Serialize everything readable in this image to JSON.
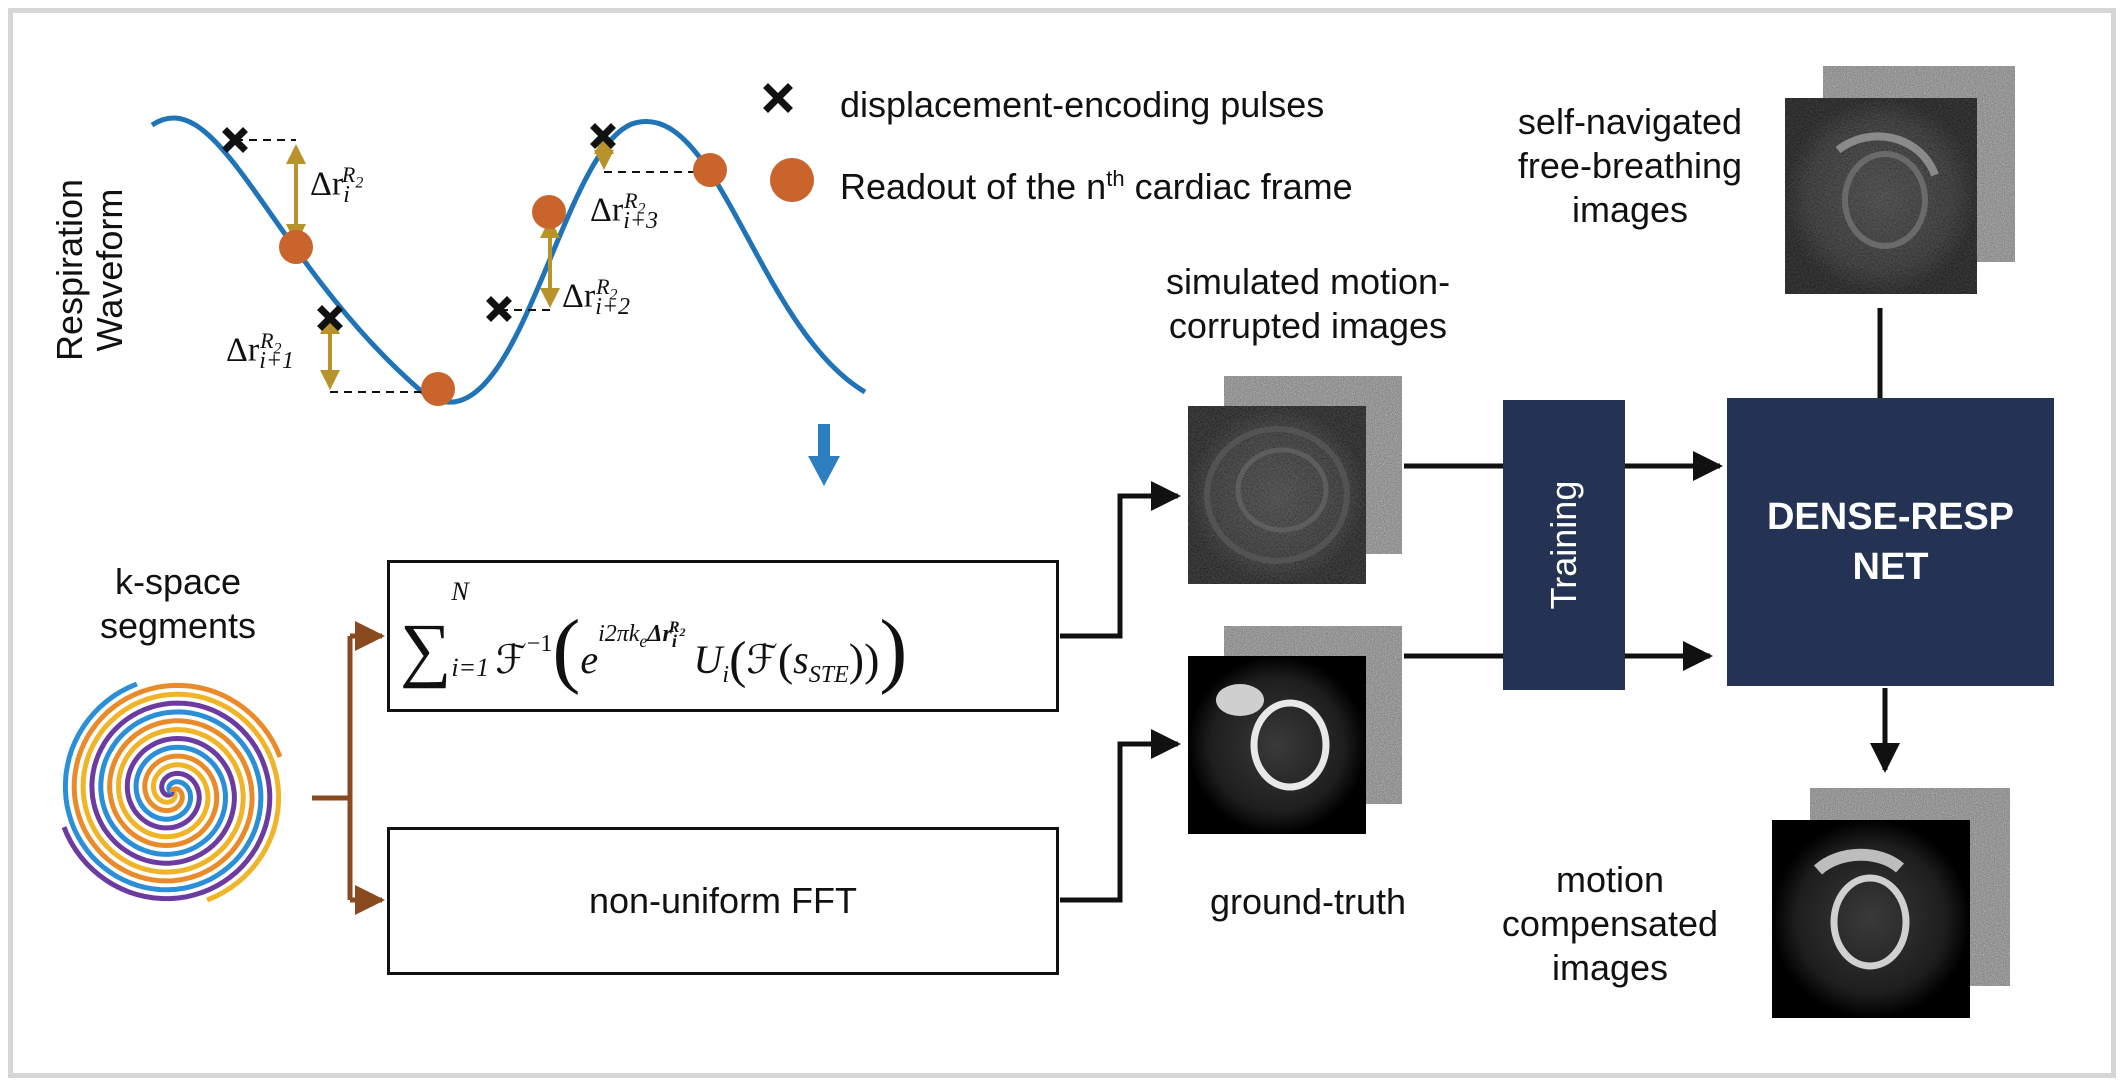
{
  "respiration": {
    "axis_label_line1": "Respiration",
    "axis_label_line2": "Waveform",
    "delta_labels": {
      "d_i": "Δr",
      "d_i_sub": "i",
      "d_i1_sub": "i+1",
      "d_i2_sub": "i+2",
      "d_i3_sub": "i+3",
      "sup": "R",
      "sup_sub": "2"
    }
  },
  "legend": {
    "marker1_label": "displacement-encoding pulses",
    "marker2_label_pre": "Readout of the n",
    "marker2_label_sup": "th",
    "marker2_label_post": " cardiac frame"
  },
  "kspace": {
    "label_line1": "k-space",
    "label_line2": "segments"
  },
  "formula": {
    "sum": "∑",
    "sum_top": "N",
    "sum_bottom": "i=1",
    "finv": "ℱ",
    "finv_sup": "−1",
    "exp_base": "e",
    "exp_sup": "i2πk",
    "exp_sup_sub": "e",
    "exp_sup_bold": "Δr",
    "exp_sup_bold_sub": "i",
    "exp_sup_bold_sup": "R",
    "exp_sup_bold_sup_sub": "2",
    "u": "U",
    "u_sub": "i",
    "f": "ℱ",
    "s": "s",
    "s_sub": "STE"
  },
  "nufft": {
    "label": "non-uniform FFT"
  },
  "images": {
    "simulated_line1": "simulated motion-",
    "simulated_line2": "corrupted images",
    "ground_truth": "ground-truth",
    "selfnav_line1": "self-navigated",
    "selfnav_line2": "free-breathing",
    "selfnav_line3": "images",
    "motion_line1": "motion",
    "motion_line2": "compensated",
    "motion_line3": "images"
  },
  "training": {
    "label": "Training"
  },
  "network": {
    "line1": "DENSE-RESP",
    "line2": "NET"
  },
  "colors": {
    "wave": "#1f73b7",
    "readout_dot": "#c8642c",
    "arrow_gold": "#b8922a",
    "spiral_blue": "#2a8fd6",
    "spiral_orange": "#e98b2a",
    "spiral_purple": "#6b3ba0",
    "spiral_yellow": "#f0b429",
    "navy": "#243353",
    "brown": "#8a4a1f",
    "down_arrow": "#2d7fc1"
  }
}
